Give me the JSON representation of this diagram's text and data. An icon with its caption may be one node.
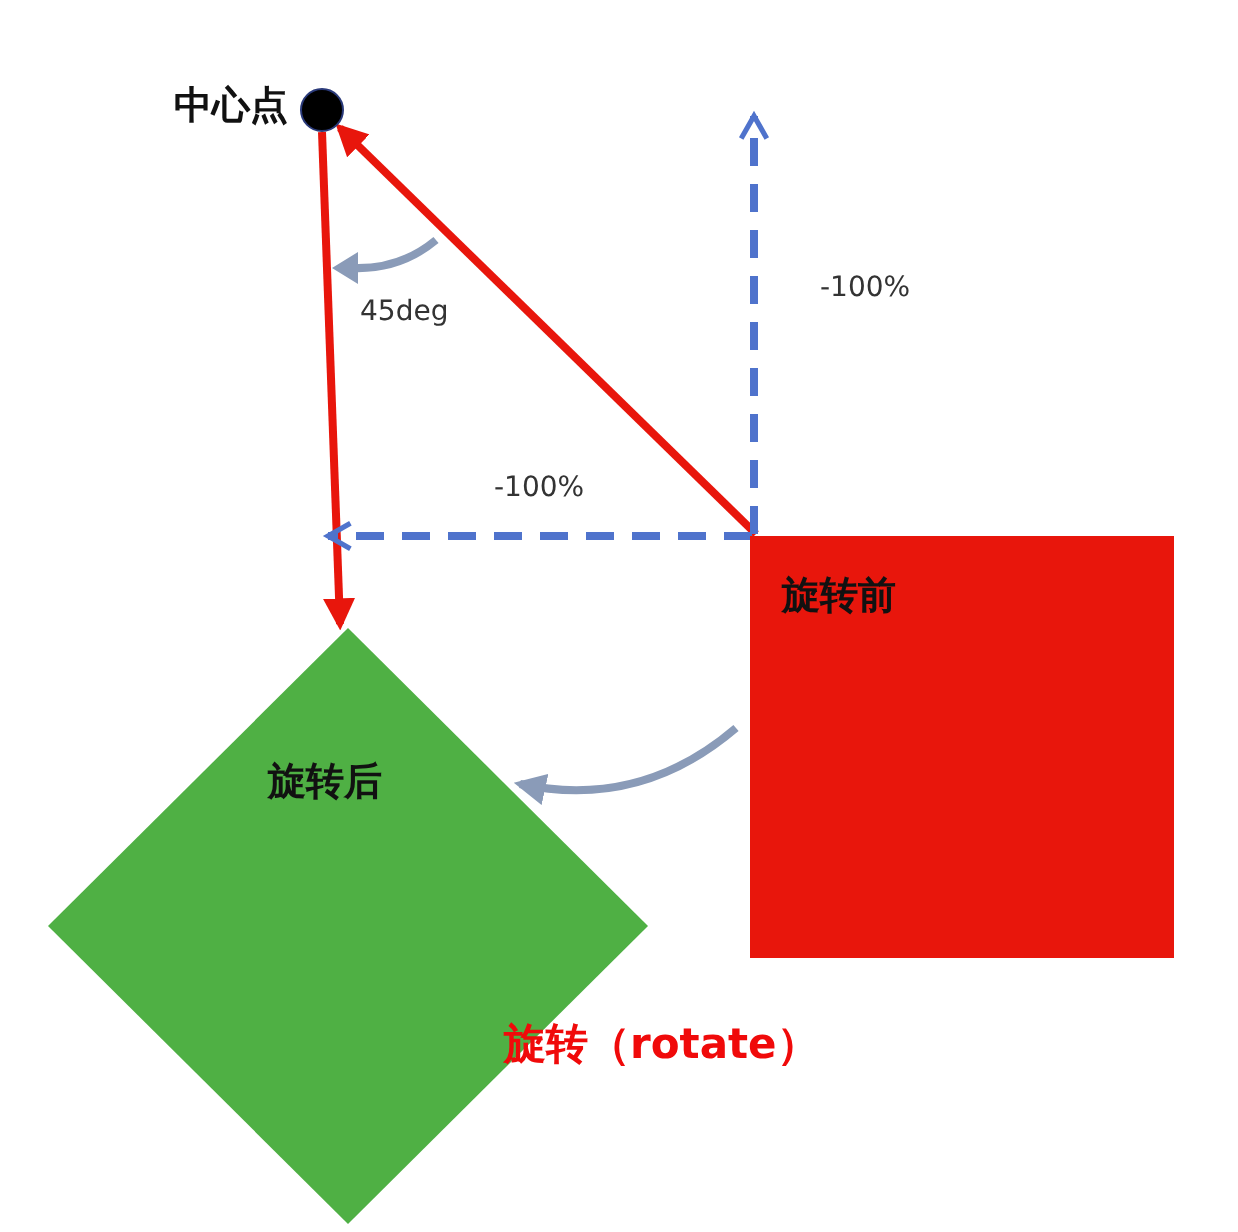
{
  "diagram": {
    "caption": "旋转（rotate）",
    "nodes": [
      {
        "text": [],
        "shape": "circle",
        "beside": [
          "中心点"
        ]
      },
      {
        "text": [
          "旋转前"
        ]
      },
      {
        "text": [
          "旋转后"
        ]
      }
    ],
    "edges": [
      {
        "from": 1,
        "to": 0,
        "arrow": "to",
        "color": "#e8160c"
      },
      {
        "from": 0,
        "to": 2,
        "arrow": "to",
        "color": "#e8160c"
      },
      {
        "from": 1,
        "to": null,
        "arrow": "to",
        "style": "dashed",
        "color": "#4f73cc",
        "label": "-100%"
      },
      {
        "from": 1,
        "to": null,
        "arrow": "to",
        "style": "dashed",
        "color": "#4f73cc",
        "label": "-100%"
      },
      {
        "from": 1,
        "to": 2,
        "arrow": "to",
        "color": "#8a9bb8"
      }
    ],
    "labels": [
      "45deg"
    ]
  }
}
